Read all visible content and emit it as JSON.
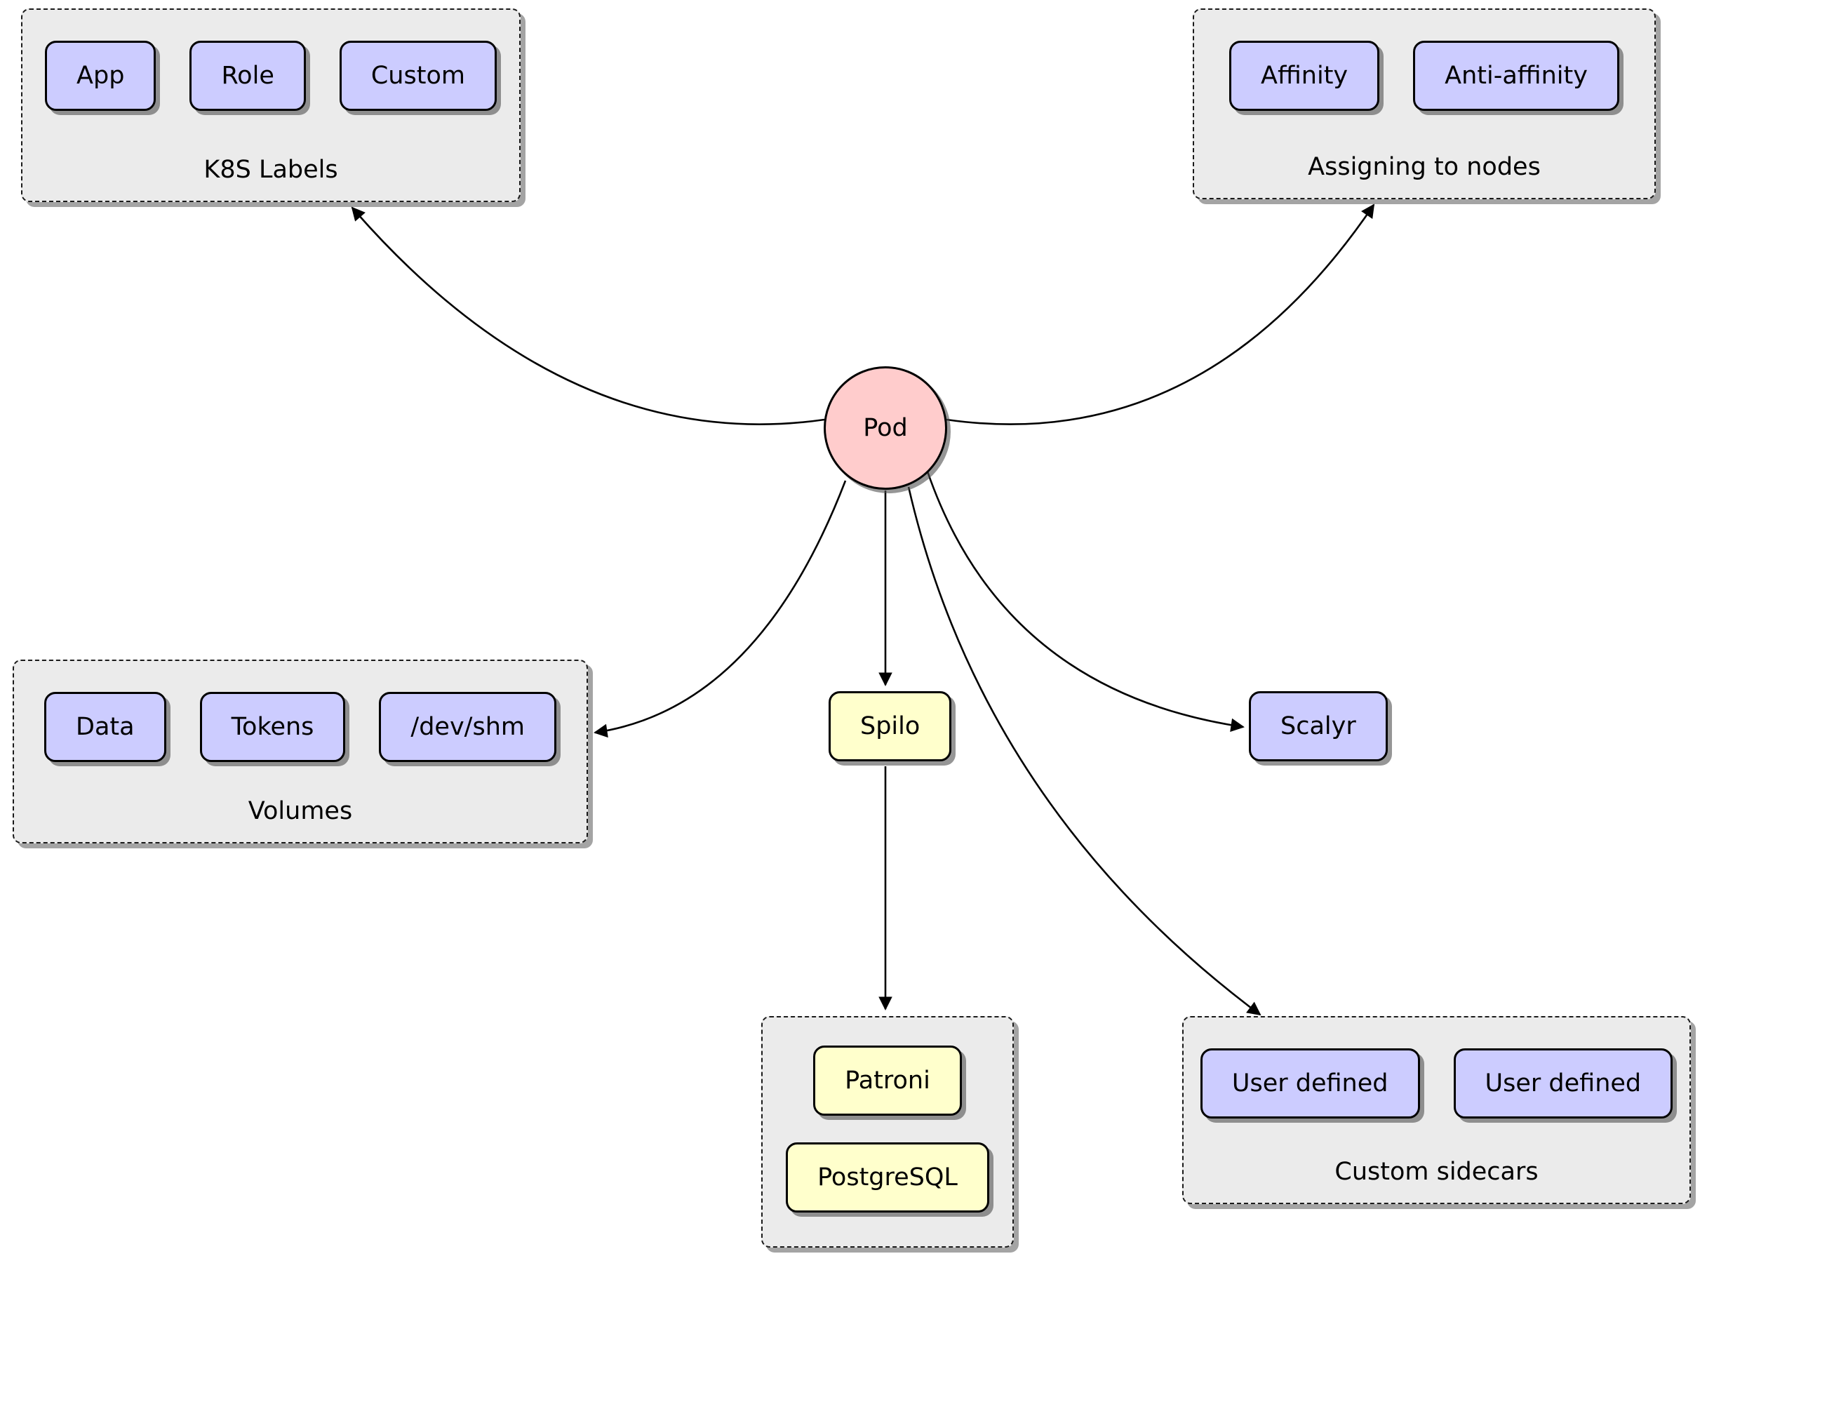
{
  "pod": {
    "label": "Pod"
  },
  "k8s_labels": {
    "caption": "K8S Labels",
    "items": [
      "App",
      "Role",
      "Custom"
    ]
  },
  "assigning_to_nodes": {
    "caption": "Assigning to nodes",
    "items": [
      "Affinity",
      "Anti-affinity"
    ]
  },
  "volumes": {
    "caption": "Volumes",
    "items": [
      "Data",
      "Tokens",
      "/dev/shm"
    ]
  },
  "spilo": {
    "label": "Spilo"
  },
  "scalyr": {
    "label": "Scalyr"
  },
  "spilo_containers": {
    "items": [
      "Patroni",
      "PostgreSQL"
    ]
  },
  "custom_sidecars": {
    "caption": "Custom sidecars",
    "items": [
      "User defined",
      "User defined"
    ]
  },
  "edges": [
    {
      "from": "Pod",
      "to": "K8S Labels"
    },
    {
      "from": "Pod",
      "to": "Assigning to nodes"
    },
    {
      "from": "Pod",
      "to": "Volumes"
    },
    {
      "from": "Pod",
      "to": "Spilo"
    },
    {
      "from": "Pod",
      "to": "Scalyr"
    },
    {
      "from": "Pod",
      "to": "Custom sidecars"
    },
    {
      "from": "Spilo",
      "to": "Patroni / PostgreSQL"
    }
  ],
  "colors": {
    "purple_node": "#ccccff",
    "yellow_node": "#ffffcc",
    "pod_pink": "#ffcccc",
    "group_gray": "#ebebeb",
    "edge_black": "#000000"
  }
}
